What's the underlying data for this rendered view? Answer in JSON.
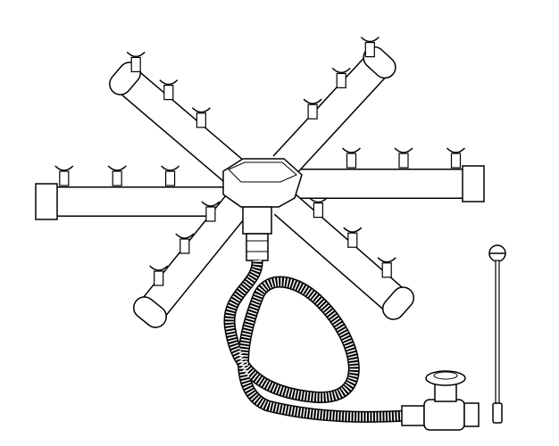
{
  "figure": {
    "stroke_color": "#000000",
    "background": "#ffffff",
    "parts": [
      "burner-hub",
      "burner-arm",
      "flex-gas-line",
      "shutoff-valve",
      "valve-key"
    ]
  }
}
